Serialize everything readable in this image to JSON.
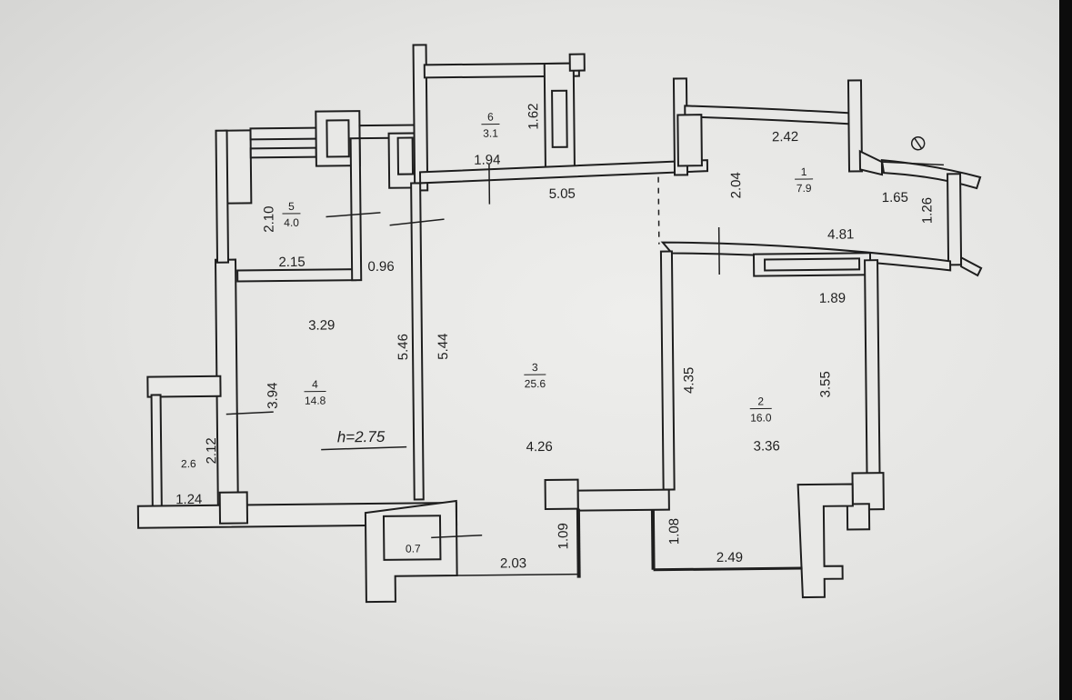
{
  "ceiling_height": "h=2.75",
  "rooms": {
    "r1": {
      "number": "1",
      "area": "7.9"
    },
    "r2": {
      "number": "2",
      "area": "16.0"
    },
    "r3": {
      "number": "3",
      "area": "25.6"
    },
    "r4": {
      "number": "4",
      "area": "14.8"
    },
    "r5": {
      "number": "5",
      "area": "4.0"
    },
    "r6": {
      "number": "6",
      "area": "3.1"
    },
    "balcony": {
      "area": "2.6"
    },
    "wc": {
      "area": "0.7"
    }
  },
  "dims": {
    "d_1_62": "1.62",
    "d_1_94": "1.94",
    "d_2_10": "2.10",
    "d_2_15": "2.15",
    "d_0_96": "0.96",
    "d_5_05": "5.05",
    "d_2_42": "2.42",
    "d_2_04": "2.04",
    "d_1_65": "1.65",
    "d_1_26": "1.26",
    "d_4_81": "4.81",
    "d_3_29": "3.29",
    "d_5_46": "5.46",
    "d_5_44": "5.44",
    "d_3_94": "3.94",
    "d_2_12": "2.12",
    "d_1_24": "1.24",
    "d_4_26": "4.26",
    "d_2_03": "2.03",
    "d_1_09": "1.09",
    "d_4_35": "4.35",
    "d_3_55": "3.55",
    "d_1_89": "1.89",
    "d_3_36": "3.36",
    "d_1_08": "1.08",
    "d_2_49": "2.49"
  }
}
